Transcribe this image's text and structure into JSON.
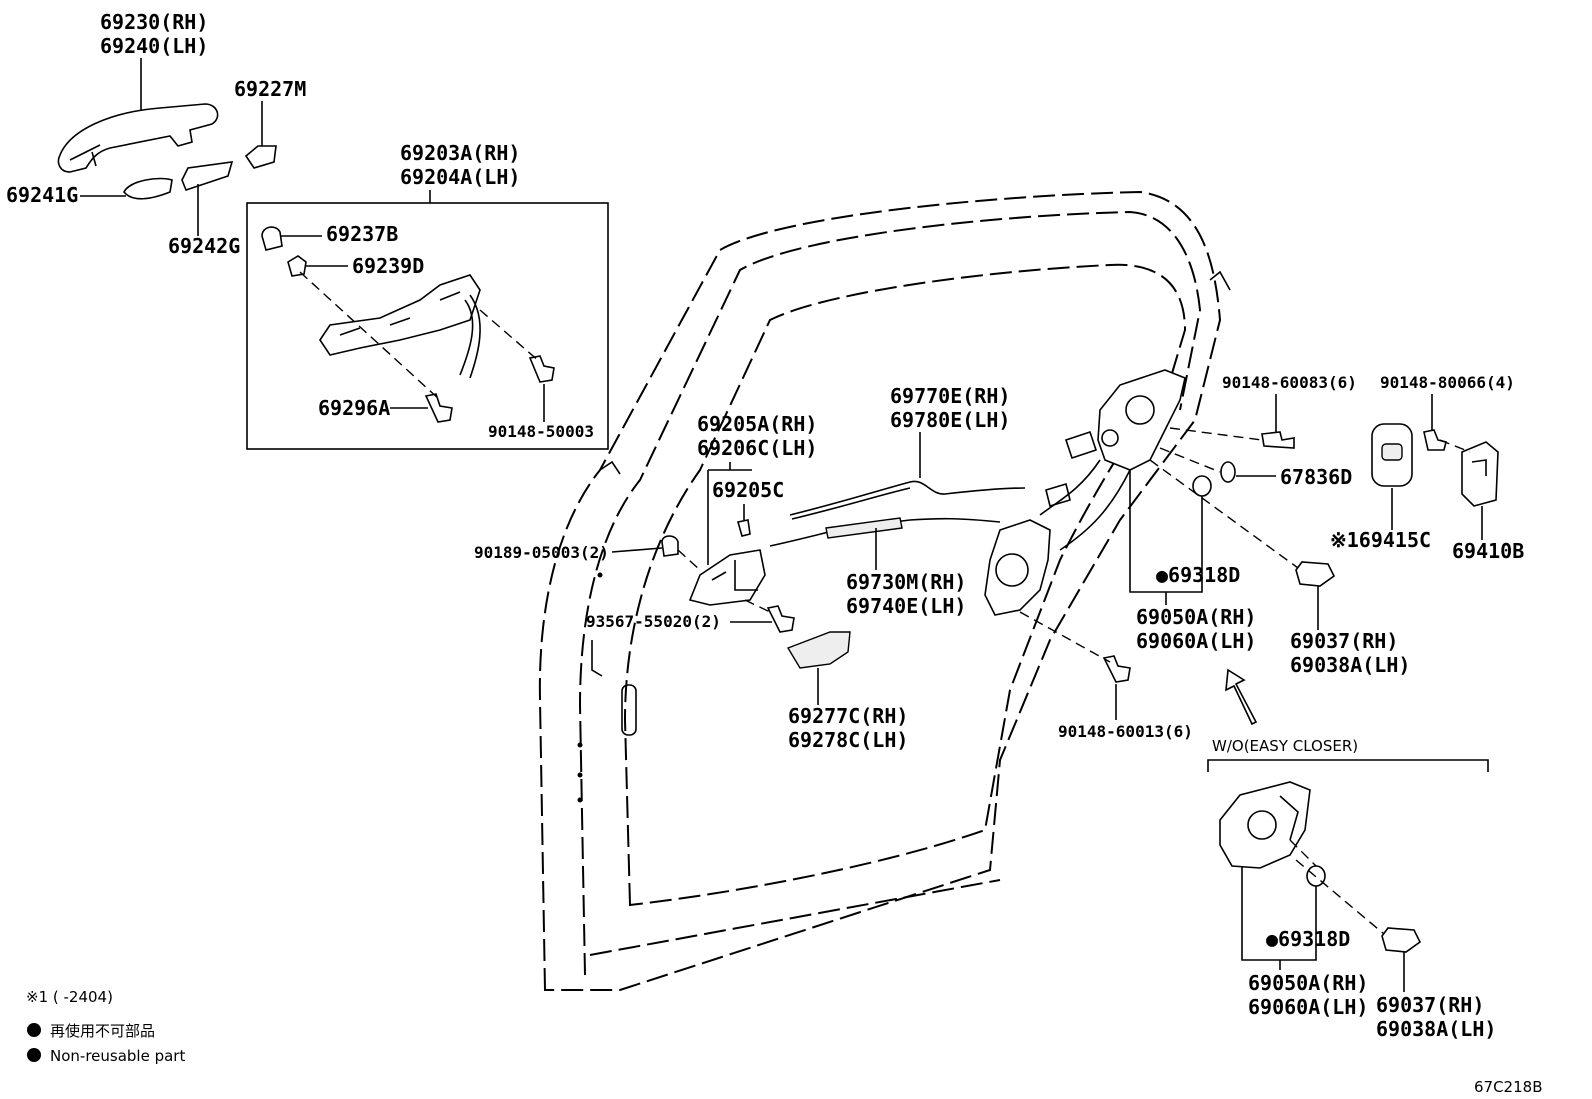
{
  "labels": {
    "outer_handle_rh": "69230(RH)",
    "outer_handle_lh": "69240(LH)",
    "cap": "69227M",
    "pad1": "69241G",
    "pad2": "69242G",
    "frame_rh": "69203A(RH)",
    "frame_lh": "69204A(LH)",
    "p69237b": "69237B",
    "p69239d": "69239D",
    "p69296a": "69296A",
    "bolt_50003": "90148-50003",
    "inner_handle_rh": "69205A(RH)",
    "inner_handle_lh": "69206C(LH)",
    "p69205c": "69205C",
    "p90189": "90189-05003(2)",
    "p93567": "93567-55020(2)",
    "cable_a_rh": "69770E(RH)",
    "cable_a_lh": "69780E(LH)",
    "cable_b_rh": "69730M(RH)",
    "cable_b_lh": "69740E(LH)",
    "cover_rh": "69277C(RH)",
    "cover_lh": "69278C(LH)",
    "screw_60083": "90148-60083(6)",
    "screw_80066": "90148-80066(4)",
    "p67836d": "67836D",
    "p69318d": "69318D",
    "lock_rh": "69050A(RH)",
    "lock_lh": "69060A(LH)",
    "protector_rh": "69037(RH)",
    "protector_lh": "69038A(LH)",
    "screw_60013": "90148-60013(6)",
    "striker_cover": "※169415C",
    "striker": "69410B",
    "wo_easy_closer": "W/O(EASY CLOSER)",
    "p69318d_b": "69318D",
    "lock_rh_b": "69050A(RH)",
    "lock_lh_b": "69060A(LH)",
    "protector_rh_b": "69037(RH)",
    "protector_lh_b": "69038A(LH)"
  },
  "legend": {
    "note1": "※1 (      -2404)",
    "bullet_jp": "再使用不可部品",
    "bullet_en": "Non-reusable part"
  },
  "diagram_code": "67C218B",
  "bullet_symbol": "●"
}
